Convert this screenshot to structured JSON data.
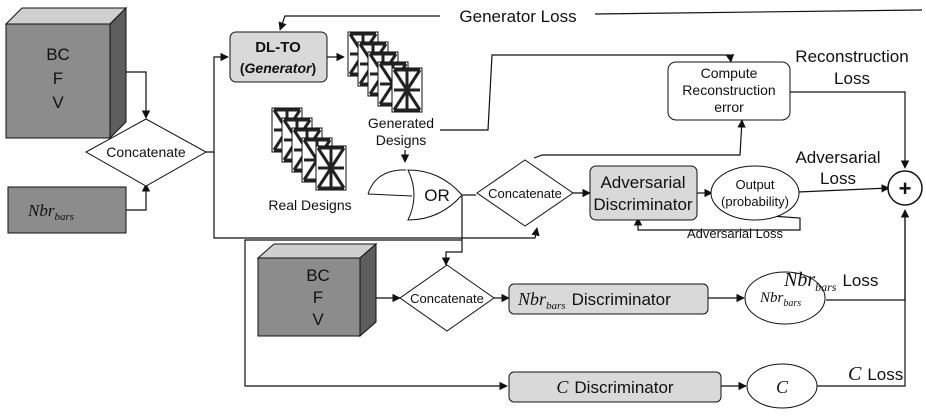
{
  "generator_loss": "Generator Loss",
  "generator": {
    "line1": "DL-TO",
    "line2_open": "(",
    "line2_name": "Generator",
    "line2_close": ")"
  },
  "input_box_top": {
    "lines": [
      "BC",
      "F",
      "V"
    ]
  },
  "input_box_bottom": {
    "lines": [
      "BC",
      "F",
      "V"
    ]
  },
  "nbr_input": {
    "base": "Nbr",
    "sub": "bars"
  },
  "concatenate_label": "Concatenate",
  "generated_designs": [
    "Generated",
    "Designs"
  ],
  "real_designs": "Real Designs",
  "or_gate": "OR",
  "compute_recon": [
    "Compute",
    "Reconstruction",
    "error"
  ],
  "reconstruction_loss": [
    "Reconstruction",
    "Loss"
  ],
  "adversarial_discriminator": [
    "Adversarial",
    "Discriminator"
  ],
  "output_node": [
    "Output",
    "(probability)"
  ],
  "adversarial_loss_top": [
    "Adversarial",
    "Loss"
  ],
  "adversarial_loss_bottom": "Adversarial Loss",
  "nbr_discriminator_suffix": "Discriminator",
  "nbr_loss_suffix": "Loss",
  "c_discriminator": {
    "symbol": "C",
    "suffix": "Discriminator"
  },
  "c_node": "C",
  "c_loss": {
    "symbol": "C",
    "suffix": "Loss"
  },
  "sum_symbol": "+",
  "colors": {
    "box_front": "#8c8c8c",
    "box_top": "#cfcfcf",
    "box_side": "#5d5d5d",
    "node_fill": "#d9d9d9",
    "line": "#111111"
  }
}
